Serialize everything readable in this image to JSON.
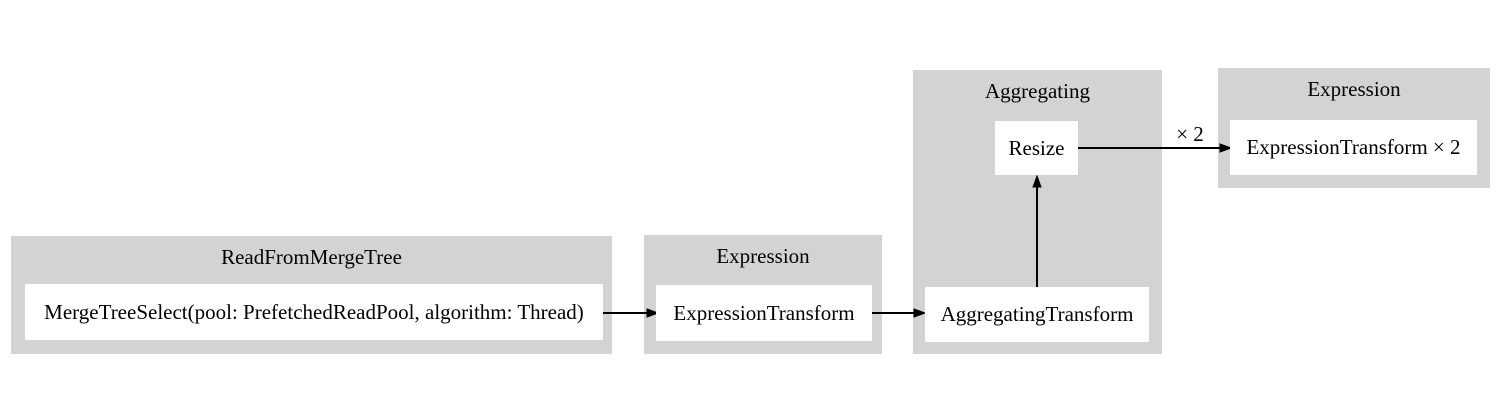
{
  "diagram": {
    "type": "query-pipeline-graph",
    "background": "#ffffff",
    "colors": {
      "cluster_fill": "#d3d3d3",
      "node_fill": "#ffffff",
      "edge": "#000000",
      "text": "#000000"
    },
    "clusters": [
      {
        "label": "ReadFromMergeTree",
        "nodes": [
          {
            "label": "MergeTreeSelect(pool: PrefetchedReadPool, algorithm: Thread)"
          }
        ]
      },
      {
        "label": "Expression",
        "nodes": [
          {
            "label": "ExpressionTransform"
          }
        ]
      },
      {
        "label": "Aggregating",
        "nodes": [
          {
            "label": "AggregatingTransform"
          },
          {
            "label": "Resize"
          }
        ]
      },
      {
        "label": "Expression",
        "nodes": [
          {
            "label": "ExpressionTransform × 2"
          }
        ]
      }
    ],
    "edges": [
      {
        "from": "MergeTreeSelect(pool: PrefetchedReadPool, algorithm: Thread)",
        "to": "ExpressionTransform",
        "label": ""
      },
      {
        "from": "ExpressionTransform",
        "to": "AggregatingTransform",
        "label": ""
      },
      {
        "from": "AggregatingTransform",
        "to": "Resize",
        "label": ""
      },
      {
        "from": "Resize",
        "to": "ExpressionTransform × 2",
        "label": "× 2"
      }
    ]
  }
}
